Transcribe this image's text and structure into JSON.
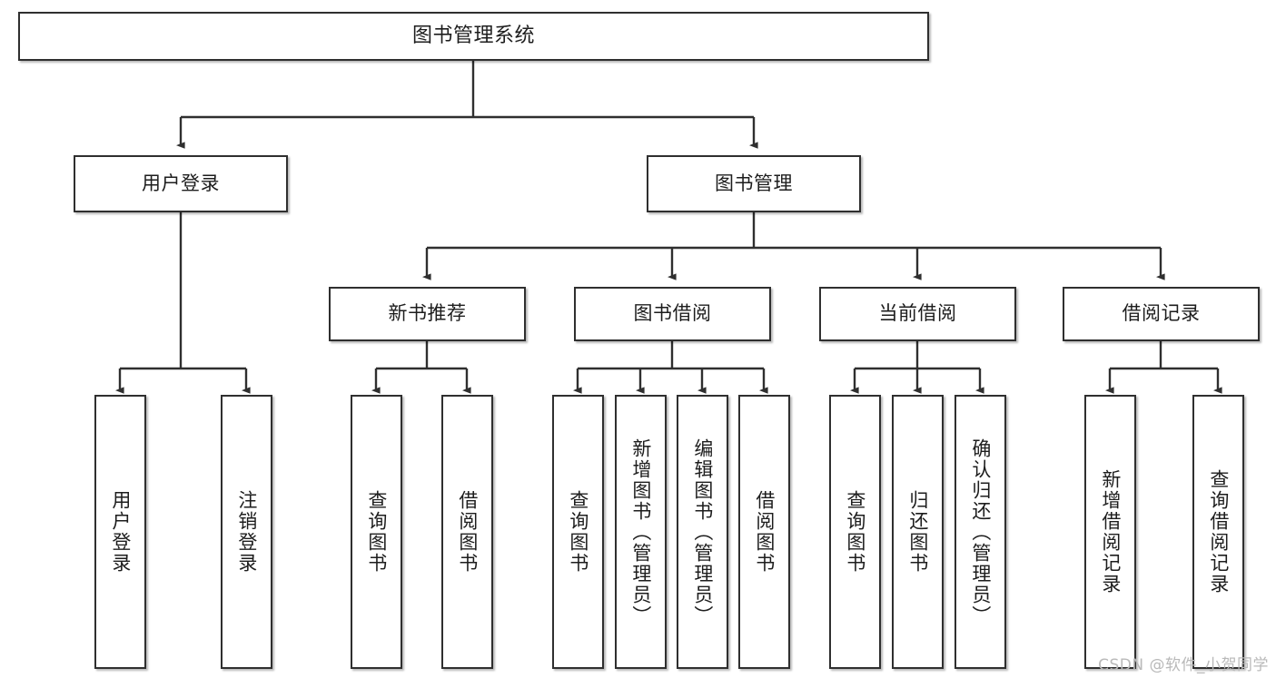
{
  "diagram": {
    "type": "hierarchy-tree",
    "title": "图书管理系统",
    "orientation": "top-down",
    "levels": 4,
    "nodes": {
      "root": {
        "label": "图书管理系统"
      },
      "level2": [
        {
          "id": "user-login",
          "label": "用户登录"
        },
        {
          "id": "book-manage",
          "label": "图书管理"
        }
      ],
      "level3": [
        {
          "id": "new-book-recommend",
          "label": "新书推荐"
        },
        {
          "id": "book-borrow",
          "label": "图书借阅"
        },
        {
          "id": "current-borrow",
          "label": "当前借阅"
        },
        {
          "id": "borrow-record",
          "label": "借阅记录"
        }
      ],
      "leaves": {
        "user_login": [
          {
            "id": "leaf-user-login",
            "label": "用户登录"
          },
          {
            "id": "leaf-logout",
            "label": "注销登录"
          }
        ],
        "new_book_recommend": [
          {
            "id": "leaf-query-book-1",
            "label": "查询图书"
          },
          {
            "id": "leaf-borrow-book-1",
            "label": "借阅图书"
          }
        ],
        "book_borrow": [
          {
            "id": "leaf-query-book-2",
            "label": "查询图书"
          },
          {
            "id": "leaf-add-book",
            "label": "新增图书（管理员）"
          },
          {
            "id": "leaf-edit-book",
            "label": "编辑图书（管理员）"
          },
          {
            "id": "leaf-borrow-book-2",
            "label": "借阅图书"
          }
        ],
        "current_borrow": [
          {
            "id": "leaf-query-book-3",
            "label": "查询图书"
          },
          {
            "id": "leaf-return-book",
            "label": "归还图书"
          },
          {
            "id": "leaf-confirm-return",
            "label": "确认归还（管理员）"
          }
        ],
        "borrow_record": [
          {
            "id": "leaf-add-record",
            "label": "新增借阅记录"
          },
          {
            "id": "leaf-query-record",
            "label": "查询借阅记录"
          }
        ]
      }
    },
    "colors": {
      "border": "#2f2f2f",
      "fill": "#ffffff",
      "text": "#1d1d1d",
      "edge": "#2f2f2f",
      "watermark": "#b9b9b9"
    }
  },
  "watermark": {
    "text": "CSDN @软件_小贺同学"
  }
}
